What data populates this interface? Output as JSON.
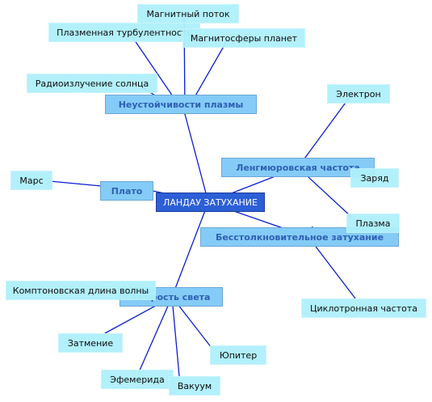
{
  "center": {
    "id": "center",
    "label": "ЛАНДАУ ЗАТУХАНИЕ"
  },
  "hubs": [
    {
      "id": "plasma-instability",
      "label": "Неустойчивости плазмы"
    },
    {
      "id": "langmuir",
      "label": "Ленгмюровская частота"
    },
    {
      "id": "collisionless",
      "label": "Бесстолкновительное затухание"
    },
    {
      "id": "plateau",
      "label": "Плато"
    },
    {
      "id": "light-speed",
      "label": "Скорость света"
    }
  ],
  "leaves": [
    {
      "id": "magnetic-flux",
      "label": "Магнитный поток"
    },
    {
      "id": "plasma-turbulence",
      "label": "Плазменная турбулентность"
    },
    {
      "id": "planet-magnetospheres",
      "label": "Магнитосферы планет"
    },
    {
      "id": "solar-radio",
      "label": "Радиоизлучение солнца"
    },
    {
      "id": "electron",
      "label": "Электрон"
    },
    {
      "id": "charge",
      "label": "Заряд"
    },
    {
      "id": "plasma",
      "label": "Плазма"
    },
    {
      "id": "mars",
      "label": "Марс"
    },
    {
      "id": "cyclotron",
      "label": "Циклотронная частота"
    },
    {
      "id": "compton",
      "label": "Комптоновская длина волны"
    },
    {
      "id": "eclipse",
      "label": "Затмение"
    },
    {
      "id": "jupiter",
      "label": "Юпитер"
    },
    {
      "id": "ephemeris",
      "label": "Эфемерида"
    },
    {
      "id": "vacuum",
      "label": "Вакуум"
    }
  ],
  "edges": [
    [
      "center",
      "plasma-instability"
    ],
    [
      "center",
      "langmuir"
    ],
    [
      "center",
      "collisionless"
    ],
    [
      "center",
      "plateau"
    ],
    [
      "center",
      "light-speed"
    ],
    [
      "plasma-instability",
      "magnetic-flux"
    ],
    [
      "plasma-instability",
      "plasma-turbulence"
    ],
    [
      "plasma-instability",
      "planet-magnetospheres"
    ],
    [
      "plasma-instability",
      "solar-radio"
    ],
    [
      "langmuir",
      "electron"
    ],
    [
      "langmuir",
      "plasma"
    ],
    [
      "collisionless",
      "charge"
    ],
    [
      "collisionless",
      "cyclotron"
    ],
    [
      "plateau",
      "mars"
    ],
    [
      "light-speed",
      "compton"
    ],
    [
      "light-speed",
      "eclipse"
    ],
    [
      "light-speed",
      "jupiter"
    ],
    [
      "light-speed",
      "ephemeris"
    ],
    [
      "light-speed",
      "vacuum"
    ]
  ],
  "colors": {
    "edge": "#0a1fd0",
    "leaf": "#aef0fb",
    "hub": "#84ccf7",
    "center": "#2c5fd6"
  }
}
